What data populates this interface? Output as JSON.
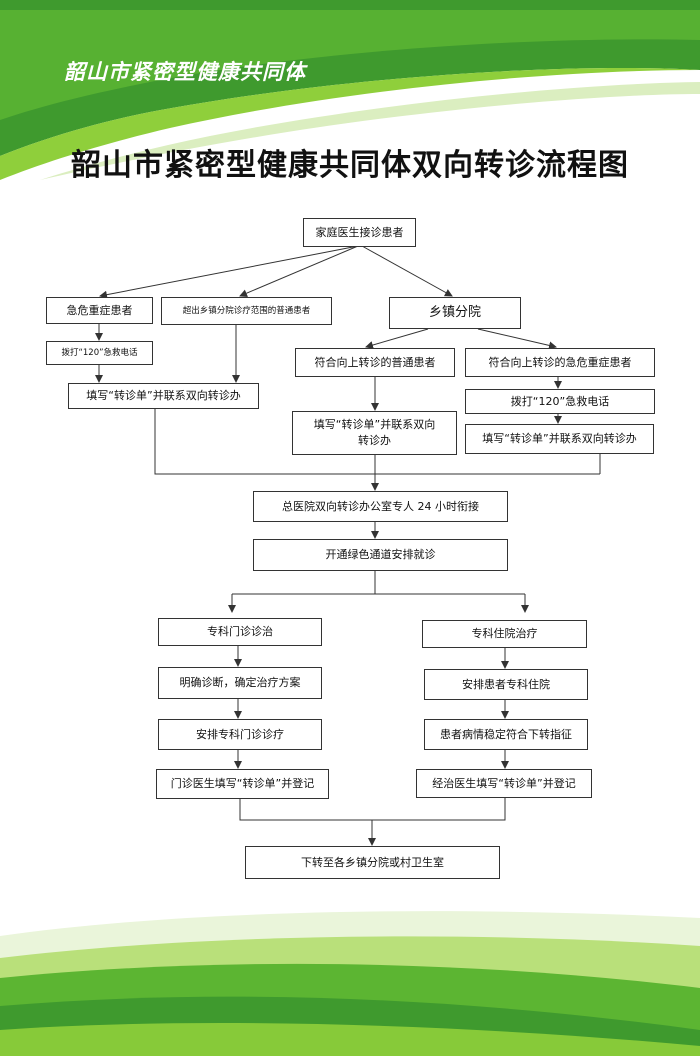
{
  "header": {
    "org_name": "韶山市紧密型健康共同体",
    "title": "韶山市紧密型健康共同体双向转诊流程图"
  },
  "colors": {
    "green_dark": "#3f9a2e",
    "green_light": "#8fcf3b",
    "green_pale": "#dbeec0"
  },
  "flow": {
    "start": "家庭医生接诊患者",
    "left_branch": {
      "critical_patient": "急危重症患者",
      "call_120": "拨打“120”急救电话",
      "beyond_scope": "超出乡镇分院诊疗范围的普通患者",
      "fill_form": "填写“转诊单”并联系双向转诊办"
    },
    "township": {
      "name": "乡镇分院",
      "normal_up": "符合向上转诊的普通患者",
      "normal_fill_form": "填写“转诊单”并联系双向转诊办",
      "critical_up": "符合向上转诊的急危重症患者",
      "call_120": "拨打“120”急救电话",
      "critical_fill_form": "填写“转诊单”并联系双向转诊办"
    },
    "hospital_receive": "总医院双向转诊办公室专人 24 小时衔接",
    "green_channel": "开通绿色通道安排就诊",
    "outpatient": {
      "title": "专科门诊诊治",
      "diagnose": "明确诊断，确定治疗方案",
      "arrange": "安排专科门诊诊疗",
      "register": "门诊医生填写“转诊单”并登记"
    },
    "inpatient": {
      "title": "专科住院治疗",
      "admit": "安排患者专科住院",
      "stable": "患者病情稳定符合下转指征",
      "register": "经治医生填写“转诊单”并登记"
    },
    "end": "下转至各乡镇分院或村卫生室"
  }
}
